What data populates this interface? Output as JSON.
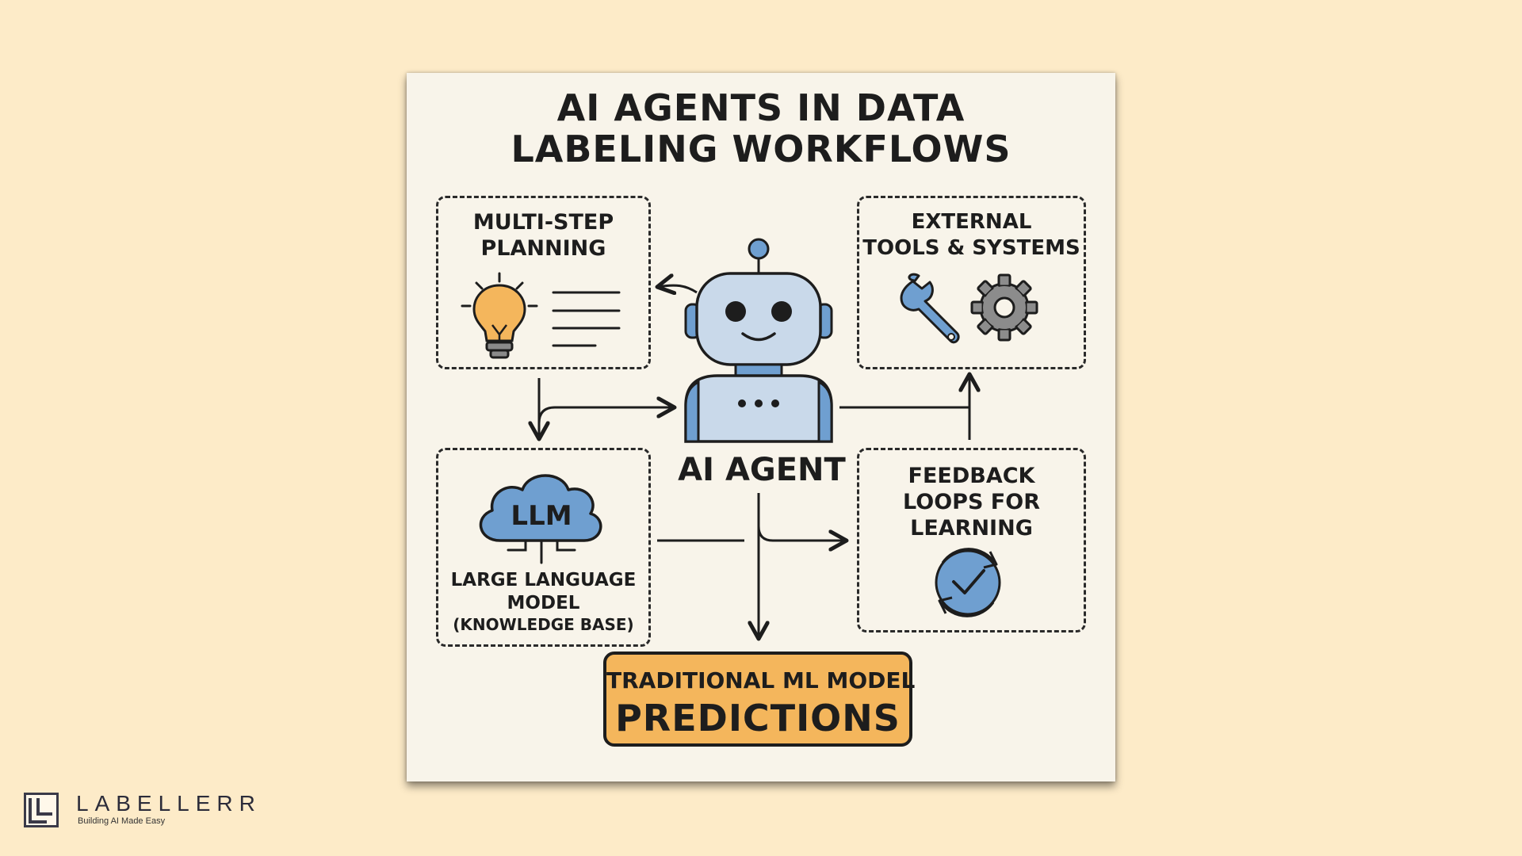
{
  "title": {
    "line1": "AI AGENTS IN DATA",
    "line2": "LABELING WORKFLOWS"
  },
  "center": {
    "label": "AI AGENT",
    "icon": "robot-icon"
  },
  "boxes": {
    "planning": {
      "line1": "MULTI-STEP",
      "line2": "PLANNING",
      "icon": "lightbulb-icon"
    },
    "tools": {
      "line1": "EXTERNAL",
      "line2": "TOOLS & SYSTEMS",
      "icon": "wrench-gear-icon"
    },
    "llm": {
      "cloud_text": "LLM",
      "line1": "LARGE LANGUAGE",
      "line2": "MODEL",
      "line3": "(KNOWLEDGE BASE)",
      "icon": "cloud-icon"
    },
    "feedback": {
      "line1": "FEEDBACK",
      "line2": "LOOPS FOR",
      "line3": "LEARNING",
      "icon": "refresh-check-icon"
    }
  },
  "predictions": {
    "line1": "TRADITIONAL ML MODEL",
    "line2": "PREDICTIONS"
  },
  "brand": {
    "name": "LABELLERR",
    "tagline": "Building AI Made Easy"
  },
  "colors": {
    "background": "#fdebc8",
    "card": "#f8f4ea",
    "accent_blue": "#6f9fd0",
    "accent_orange": "#f4b65c",
    "robot_body": "#c9d9ea"
  }
}
